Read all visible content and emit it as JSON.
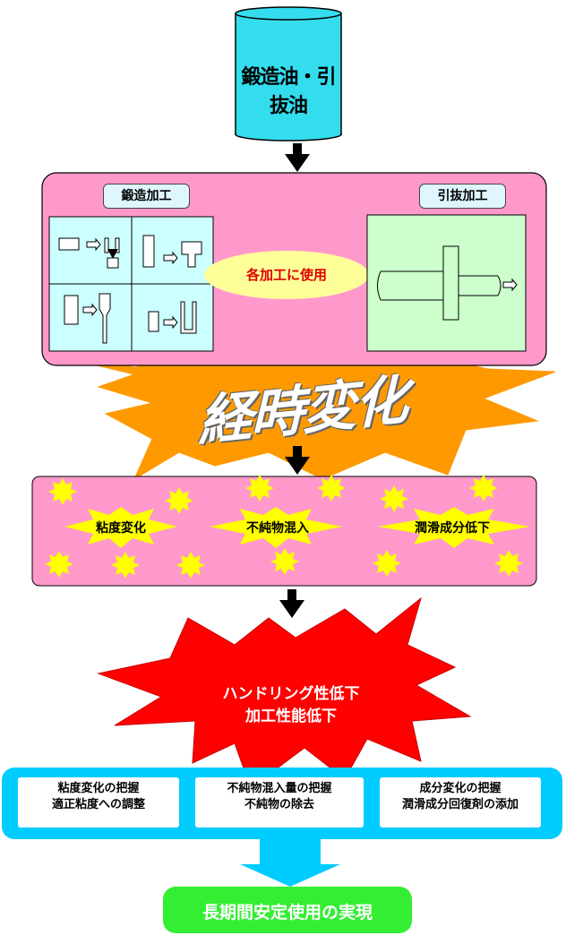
{
  "drum": {
    "label": "鍛造油・引抜油",
    "color": "#33ddee"
  },
  "process": {
    "forging_title": "鍛造加工",
    "drawing_title": "引抜加工",
    "center_label": "各加工に使用",
    "panel_color": "#ff99cc"
  },
  "aging": {
    "label": "経時変化",
    "burst_color": "#ff9900"
  },
  "degradation": {
    "items": [
      "粘度変化",
      "不純物混入",
      "潤滑成分低下"
    ],
    "star_color": "#ffff00"
  },
  "impact": {
    "line1": "ハンドリング性低下",
    "line2": "加工性能低下",
    "color": "#ff0000"
  },
  "controls": {
    "items": [
      {
        "line1": "粘度変化の把握",
        "line2": "適正粘度への調整"
      },
      {
        "line1": "不純物混入量の把握",
        "line2": "不純物の除去"
      },
      {
        "line1": "成分変化の把握",
        "line2": "潤滑成分回復剤の添加"
      }
    ],
    "color": "#00ccff"
  },
  "result": {
    "label": "長期間安定使用の実現",
    "color": "#33ee33"
  }
}
